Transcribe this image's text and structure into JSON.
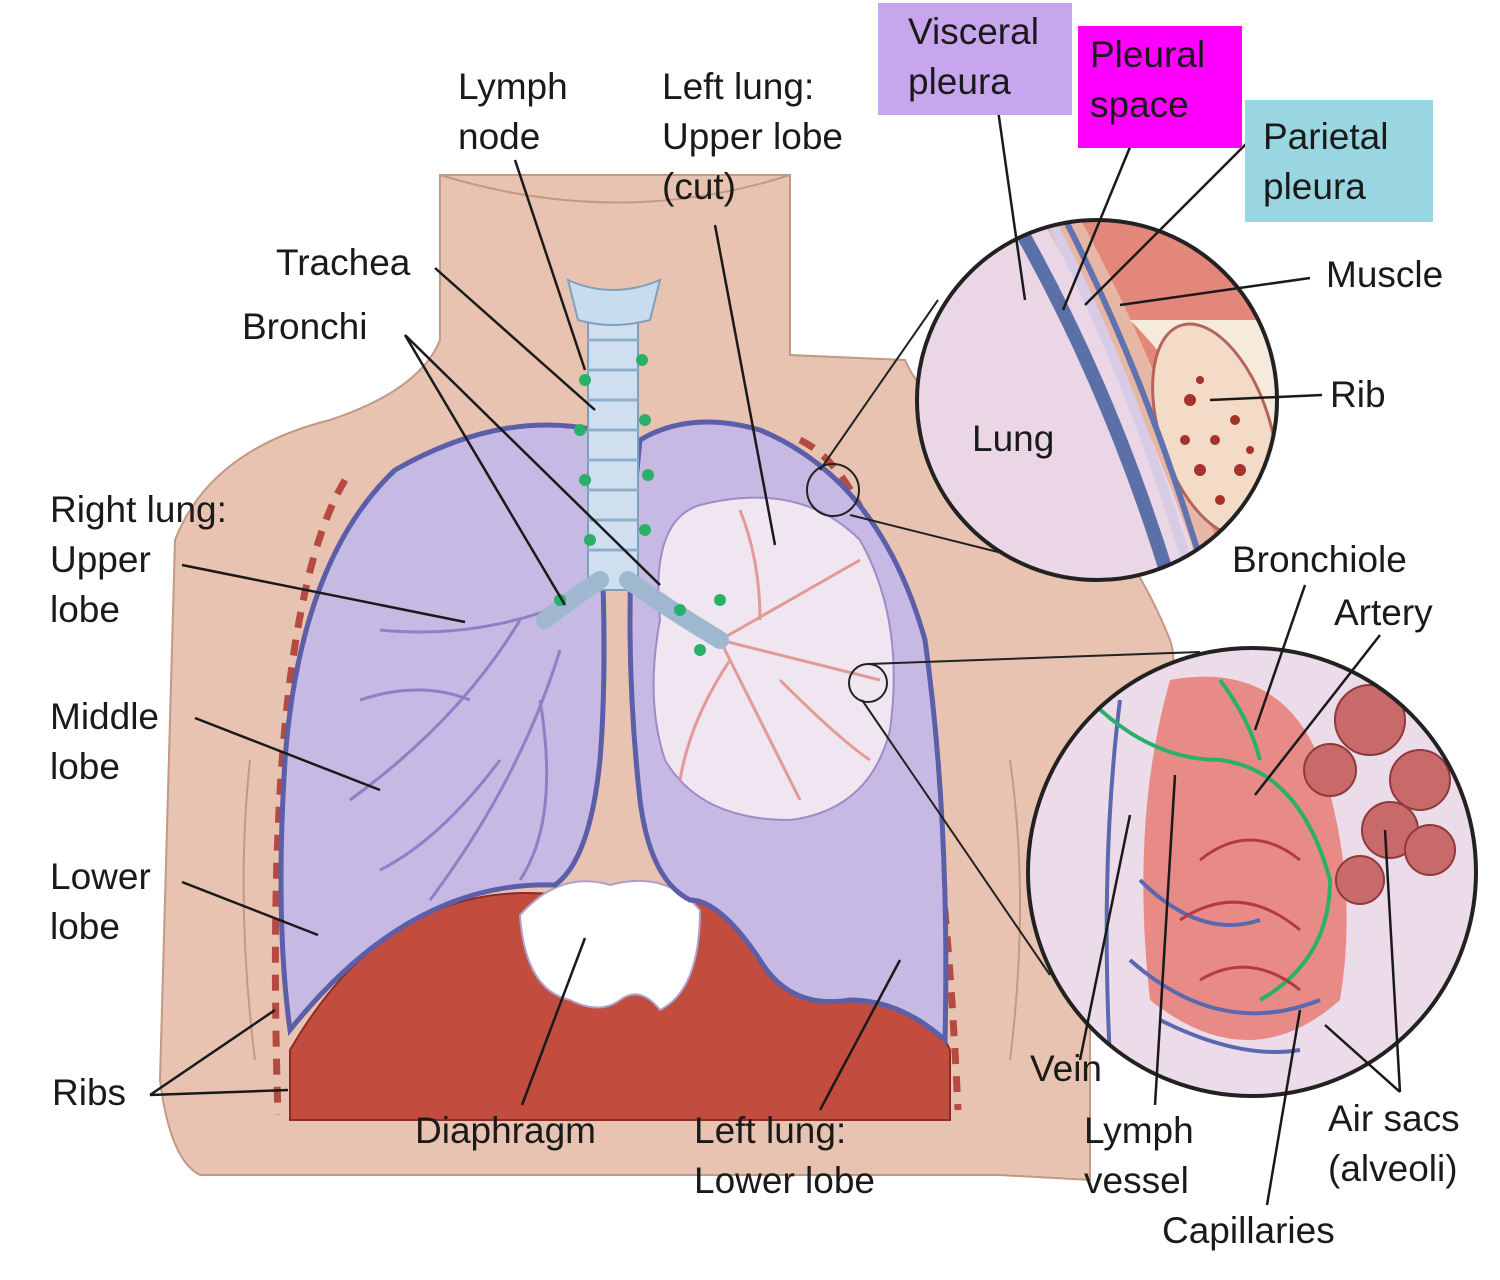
{
  "colors": {
    "visceral_highlight": "#c8a6ee",
    "pleural_space_highlight": "#ff00ff",
    "parietal_highlight": "#9ad6e2",
    "skin": "#e8bfae",
    "lung": "#c6b9e3",
    "diaphragm": "#c24c3e",
    "lymph": "#2bb06a"
  },
  "labels": {
    "lymph_node": [
      "Lymph",
      "node"
    ],
    "left_upper": [
      "Left lung:",
      "Upper lobe",
      "(cut)"
    ],
    "visceral": [
      "Visceral",
      "pleura"
    ],
    "pleural_space": [
      "Pleural",
      "space"
    ],
    "parietal": [
      "Parietal",
      "pleura"
    ],
    "trachea": "Trachea",
    "bronchi": "Bronchi",
    "muscle": "Muscle",
    "rib": "Rib",
    "lung": "Lung",
    "right_upper": [
      "Right lung:",
      "Upper",
      "lobe"
    ],
    "middle": [
      "Middle",
      "lobe"
    ],
    "lower": [
      "Lower",
      "lobe"
    ],
    "ribs": "Ribs",
    "diaphragm": "Diaphragm",
    "left_lower": [
      "Left lung:",
      "Lower lobe"
    ],
    "bronchiole": "Bronchiole",
    "artery": "Artery",
    "vein": "Vein",
    "lymph_vessel": [
      "Lymph",
      "vessel"
    ],
    "capillaries": "Capillaries",
    "air_sacs": [
      "Air sacs",
      "(alveoli)"
    ]
  }
}
